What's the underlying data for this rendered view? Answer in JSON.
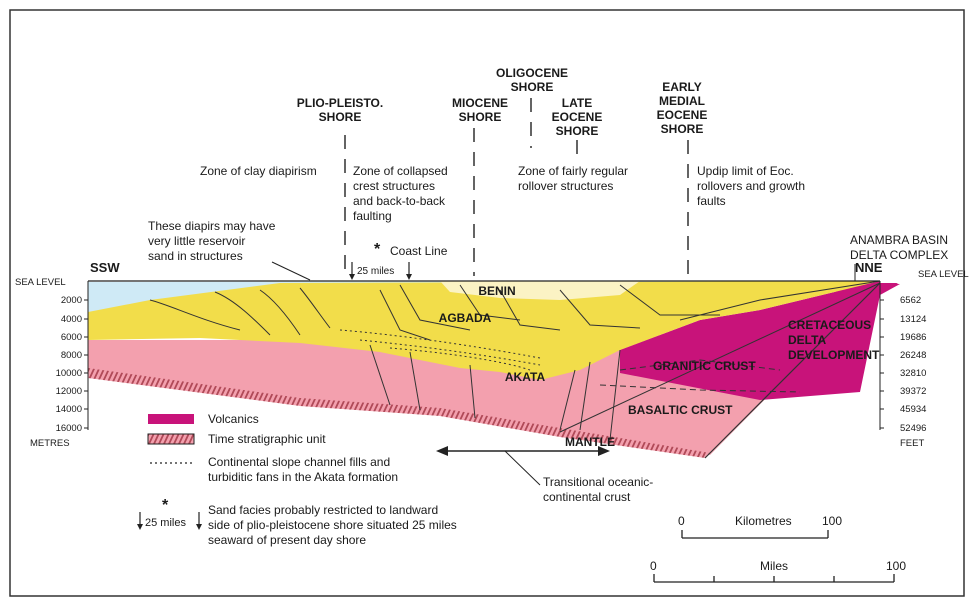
{
  "shores": {
    "plio": [
      "PLIO-PLEISTO.",
      "SHORE"
    ],
    "miocene": [
      "MIOCENE",
      "SHORE"
    ],
    "oligocene": [
      "OLIGOCENE",
      "SHORE"
    ],
    "late_eocene": [
      "LATE",
      "EOCENE",
      "SHORE"
    ],
    "early_medial": [
      "EARLY",
      "MEDIAL",
      "EOCENE",
      "SHORE"
    ]
  },
  "zones": {
    "clay": [
      "Zone of clay diapirism"
    ],
    "collapsed": [
      "Zone of collapsed",
      "crest structures",
      "and back-to-back",
      "faulting"
    ],
    "rollover": [
      "Zone of fairly regular",
      "rollover structures"
    ],
    "updip": [
      "Updip limit of Eoc.",
      "rollovers and growth",
      "faults"
    ]
  },
  "annotations": {
    "diapirs": [
      "These diapirs may have",
      "very little reservoir",
      "sand in structures"
    ],
    "coast_line": "Coast Line",
    "twenty_five_miles": "25 miles",
    "anambra": [
      "ANAMBRA BASIN",
      "DELTA COMPLEX"
    ]
  },
  "directions": {
    "ssw": "SSW",
    "nne": "NNE"
  },
  "left_axis": {
    "sea_level": "SEA LEVEL",
    "ticks": [
      "2000",
      "4000",
      "6000",
      "8000",
      "10000",
      "12000",
      "14000",
      "16000"
    ],
    "unit": "METRES"
  },
  "right_axis": {
    "sea_level": "SEA LEVEL",
    "ticks": [
      "6562",
      "13124",
      "19686",
      "26248",
      "32810",
      "39372",
      "45934",
      "52496"
    ],
    "unit": "FEET"
  },
  "formations": {
    "benin": "BENIN",
    "agbada": "AGBADA",
    "akata": "AKATA",
    "granitic": "GRANITIC CRUST",
    "basaltic": "BASALTIC CRUST",
    "mantle": "MANTLE",
    "cretaceous": [
      "CRETACEOUS",
      "DELTA",
      "DEVELOPMENT"
    ]
  },
  "legend": {
    "volcanics": "Volcanics",
    "time_unit": "Time stratigraphic unit",
    "channel": [
      "Continental slope channel fills and",
      "turbiditic fans in the Akata formation"
    ],
    "sand": [
      "Sand facies probably restricted to landward",
      "side of plio-pleistocene shore situated 25 miles",
      "seaward of present day shore"
    ],
    "sand_symbol": "25 miles"
  },
  "transitional": [
    "Transitional oceanic-",
    "continental crust"
  ],
  "scales": {
    "km": {
      "start": "0",
      "title": "Kilometres",
      "end": "100"
    },
    "miles": {
      "start": "0",
      "title": "Miles",
      "end": "100"
    }
  },
  "colors": {
    "yellow": "#f2dd4a",
    "pink": "#f3a0ae",
    "magenta": "#c8137a",
    "benin": "#fbf3c4",
    "sea": "#cfeaf6",
    "hatch": "#b04a58"
  }
}
